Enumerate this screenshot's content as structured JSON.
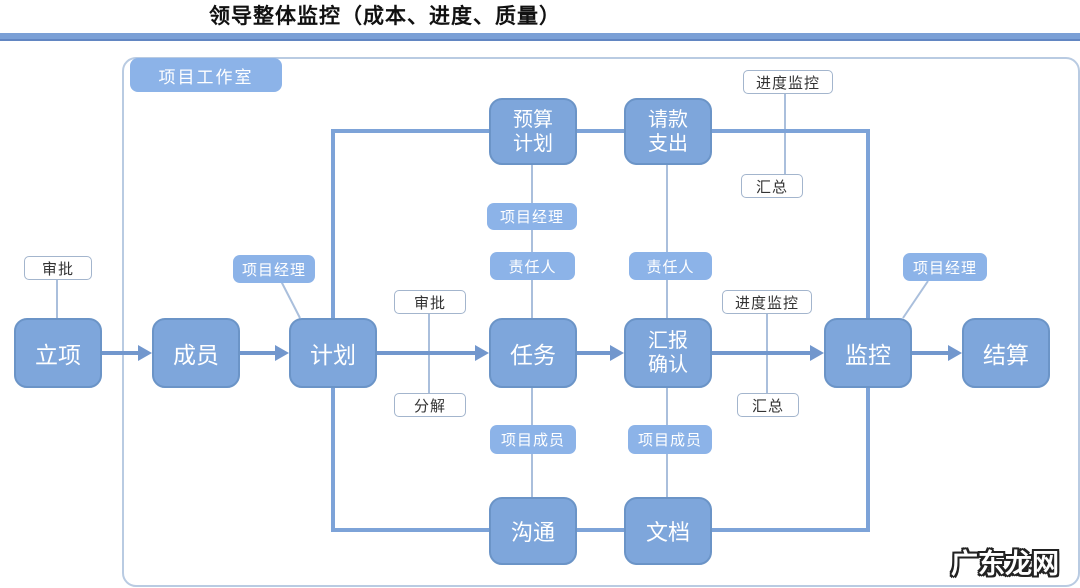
{
  "title": "领导整体监控（成本、进度、质量）",
  "workspace_label": "项目工作室",
  "watermark": "广东龙网",
  "colors": {
    "box_fill": "#7ea6db",
    "box_border": "#6b94c7",
    "label_blue": "#8cb3e8",
    "line_thick": "#7da3d8",
    "line_thin": "#aabfdc",
    "arrow": "#7297cd",
    "frame_border": "#b9cbe2",
    "bar": "#7ba0d6",
    "bar_edge": "#6286c2",
    "text_dark": "#333333"
  },
  "nodes": {
    "lixiang": "立项",
    "chengyuan": "成员",
    "jihua": "计划",
    "renwu": "任务",
    "huibao": "汇报\n确认",
    "jiankong": "监控",
    "jiesuan": "结算",
    "yusuan": "预算\n计划",
    "qingkuan": "请款\n支出",
    "goutong": "沟通",
    "wendang": "文档"
  },
  "blue_labels": [
    "项目经理",
    "项目经理",
    "责任人",
    "责任人",
    "项目成员",
    "项目成员",
    "项目经理"
  ],
  "white_labels": [
    "审批",
    "审批",
    "分解",
    "进度监控",
    "汇总",
    "进度监控",
    "汇总"
  ]
}
